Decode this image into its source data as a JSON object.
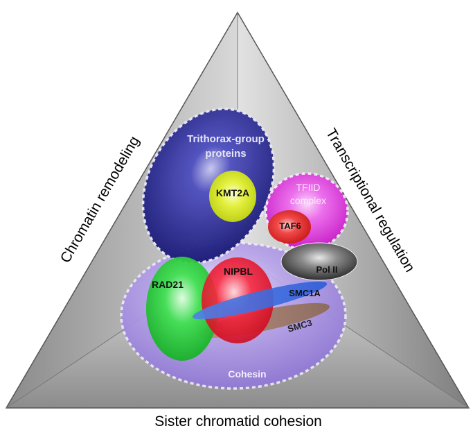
{
  "axes": {
    "left": "Chromatin remodeling",
    "right": "Transcriptional regulation",
    "bottom": "Sister chromatid cohesion"
  },
  "groups": {
    "trithorax": {
      "line1": "Trithorax-group",
      "line2": "proteins"
    },
    "tfiid": {
      "line1": "TFIID",
      "line2": "complex"
    },
    "cohesin": "Cohesin"
  },
  "proteins": {
    "kmt2a": "KMT2A",
    "taf6": "TAF6",
    "pol2": "Pol II",
    "rad21": "RAD21",
    "nipbl": "NIPBL",
    "smc1a": "SMC1A",
    "smc3": "SMC3"
  },
  "colors": {
    "trithorax": "#2a2a8c",
    "tfiid": "#e040e0",
    "cohesin": "#a890e0",
    "kmt2a": "#d8ec20",
    "taf6": "#e83030",
    "pol2": "#404040",
    "rad21": "#30d040",
    "nipbl": "#f01830",
    "smc1a": "#3a6ee0",
    "smc3": "#a07860"
  }
}
